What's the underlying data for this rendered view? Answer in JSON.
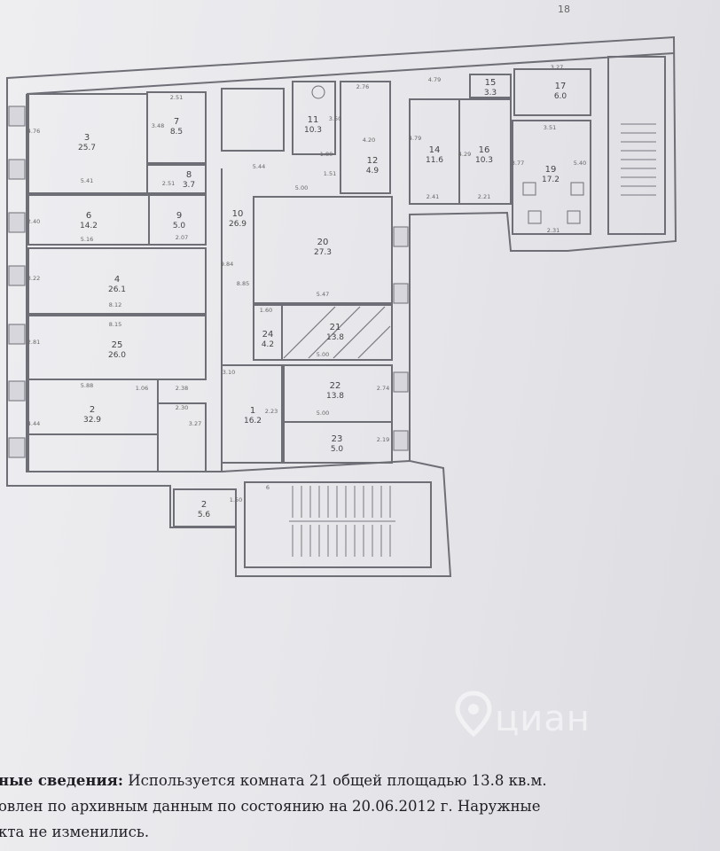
{
  "page_number": "18",
  "rooms": [
    {
      "num": "3",
      "area": "25.7"
    },
    {
      "num": "7",
      "area": "8.5"
    },
    {
      "num": "8",
      "area": "3.7"
    },
    {
      "num": "6",
      "area": "14.2"
    },
    {
      "num": "9",
      "area": "5.0"
    },
    {
      "num": "4",
      "area": "26.1"
    },
    {
      "num": "25",
      "area": "26.0"
    },
    {
      "num": "2",
      "area": "32.9"
    },
    {
      "num": "10",
      "area": "26.9"
    },
    {
      "num": "20",
      "area": "27.3"
    },
    {
      "num": "21",
      "area": "13.8"
    },
    {
      "num": "24",
      "area": "4.2"
    },
    {
      "num": "1",
      "area": "16.2"
    },
    {
      "num": "22",
      "area": "13.8"
    },
    {
      "num": "23",
      "area": "5.0"
    },
    {
      "num": "11",
      "area": "10.3"
    },
    {
      "num": "12",
      "area": "4.9"
    },
    {
      "num": "14",
      "area": "11.6"
    },
    {
      "num": "16",
      "area": "10.3"
    },
    {
      "num": "15",
      "area": "3.3"
    },
    {
      "num": "17",
      "area": "6.0"
    },
    {
      "num": "19",
      "area": "17.2"
    },
    {
      "num": "2",
      "area": "5.6"
    }
  ],
  "dimensions": [
    "2.51",
    "3.48",
    "5.41",
    "4.76",
    "2.40",
    "5.16",
    "3.22",
    "8.12",
    "2.81",
    "8.15",
    "5.88",
    "1.06",
    "2.38",
    "2.30",
    "4.44",
    "3.27",
    "2.51",
    "2.07",
    "5.44",
    "5.00",
    "1.51",
    "1.80",
    "3.50",
    "2.76",
    "4.20",
    "4.79",
    "3.27",
    "3.51",
    "3.77",
    "5.40",
    "2.41",
    "2.21",
    "2.31",
    "4.79",
    "4.29",
    "5.47",
    "1.60",
    "5.00",
    "3.10",
    "2.74",
    "5.00",
    "2.19",
    "9.84",
    "8.85",
    "2.23",
    "1.50",
    "6"
  ],
  "watermark": {
    "text": "циан",
    "icon": "location-pin-icon"
  },
  "footer": {
    "line1_bold": "ные сведения:",
    "line1_rest": " Используется комната 21 общей площадью 13.8 кв.м.",
    "line2": "овлен по архивным данным по состоянию на 20.06.2012 г. Наружные",
    "line3": "кта не изменились."
  }
}
